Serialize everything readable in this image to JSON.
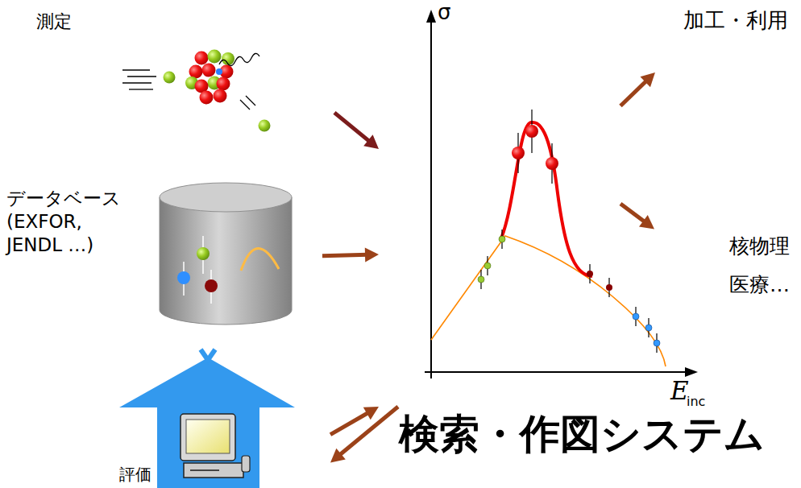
{
  "diagram": {
    "nodes": [
      {
        "text": [
          "測定"
        ]
      },
      {
        "text": [
          "データベース (EXFOR, JENDL …)"
        ]
      },
      {
        "text": [
          "評価"
        ]
      },
      {
        "text": [
          "検索・作図システム"
        ]
      },
      {
        "text": [
          "加工・利用"
        ]
      },
      {
        "text": [
          "核物理 医療…"
        ]
      }
    ],
    "edges": [
      {
        "from": 0,
        "to": 3,
        "arrow": "to"
      },
      {
        "from": 1,
        "to": 3,
        "arrow": "to"
      },
      {
        "from": 2,
        "to": 3,
        "arrow": "to"
      },
      {
        "from": 3,
        "to": 2,
        "arrow": "to"
      },
      {
        "from": 3,
        "to": 4,
        "arrow": "to"
      },
      {
        "from": 3,
        "to": 5,
        "arrow": "to"
      }
    ],
    "labels": [
      "σ",
      "E",
      "inc"
    ]
  }
}
